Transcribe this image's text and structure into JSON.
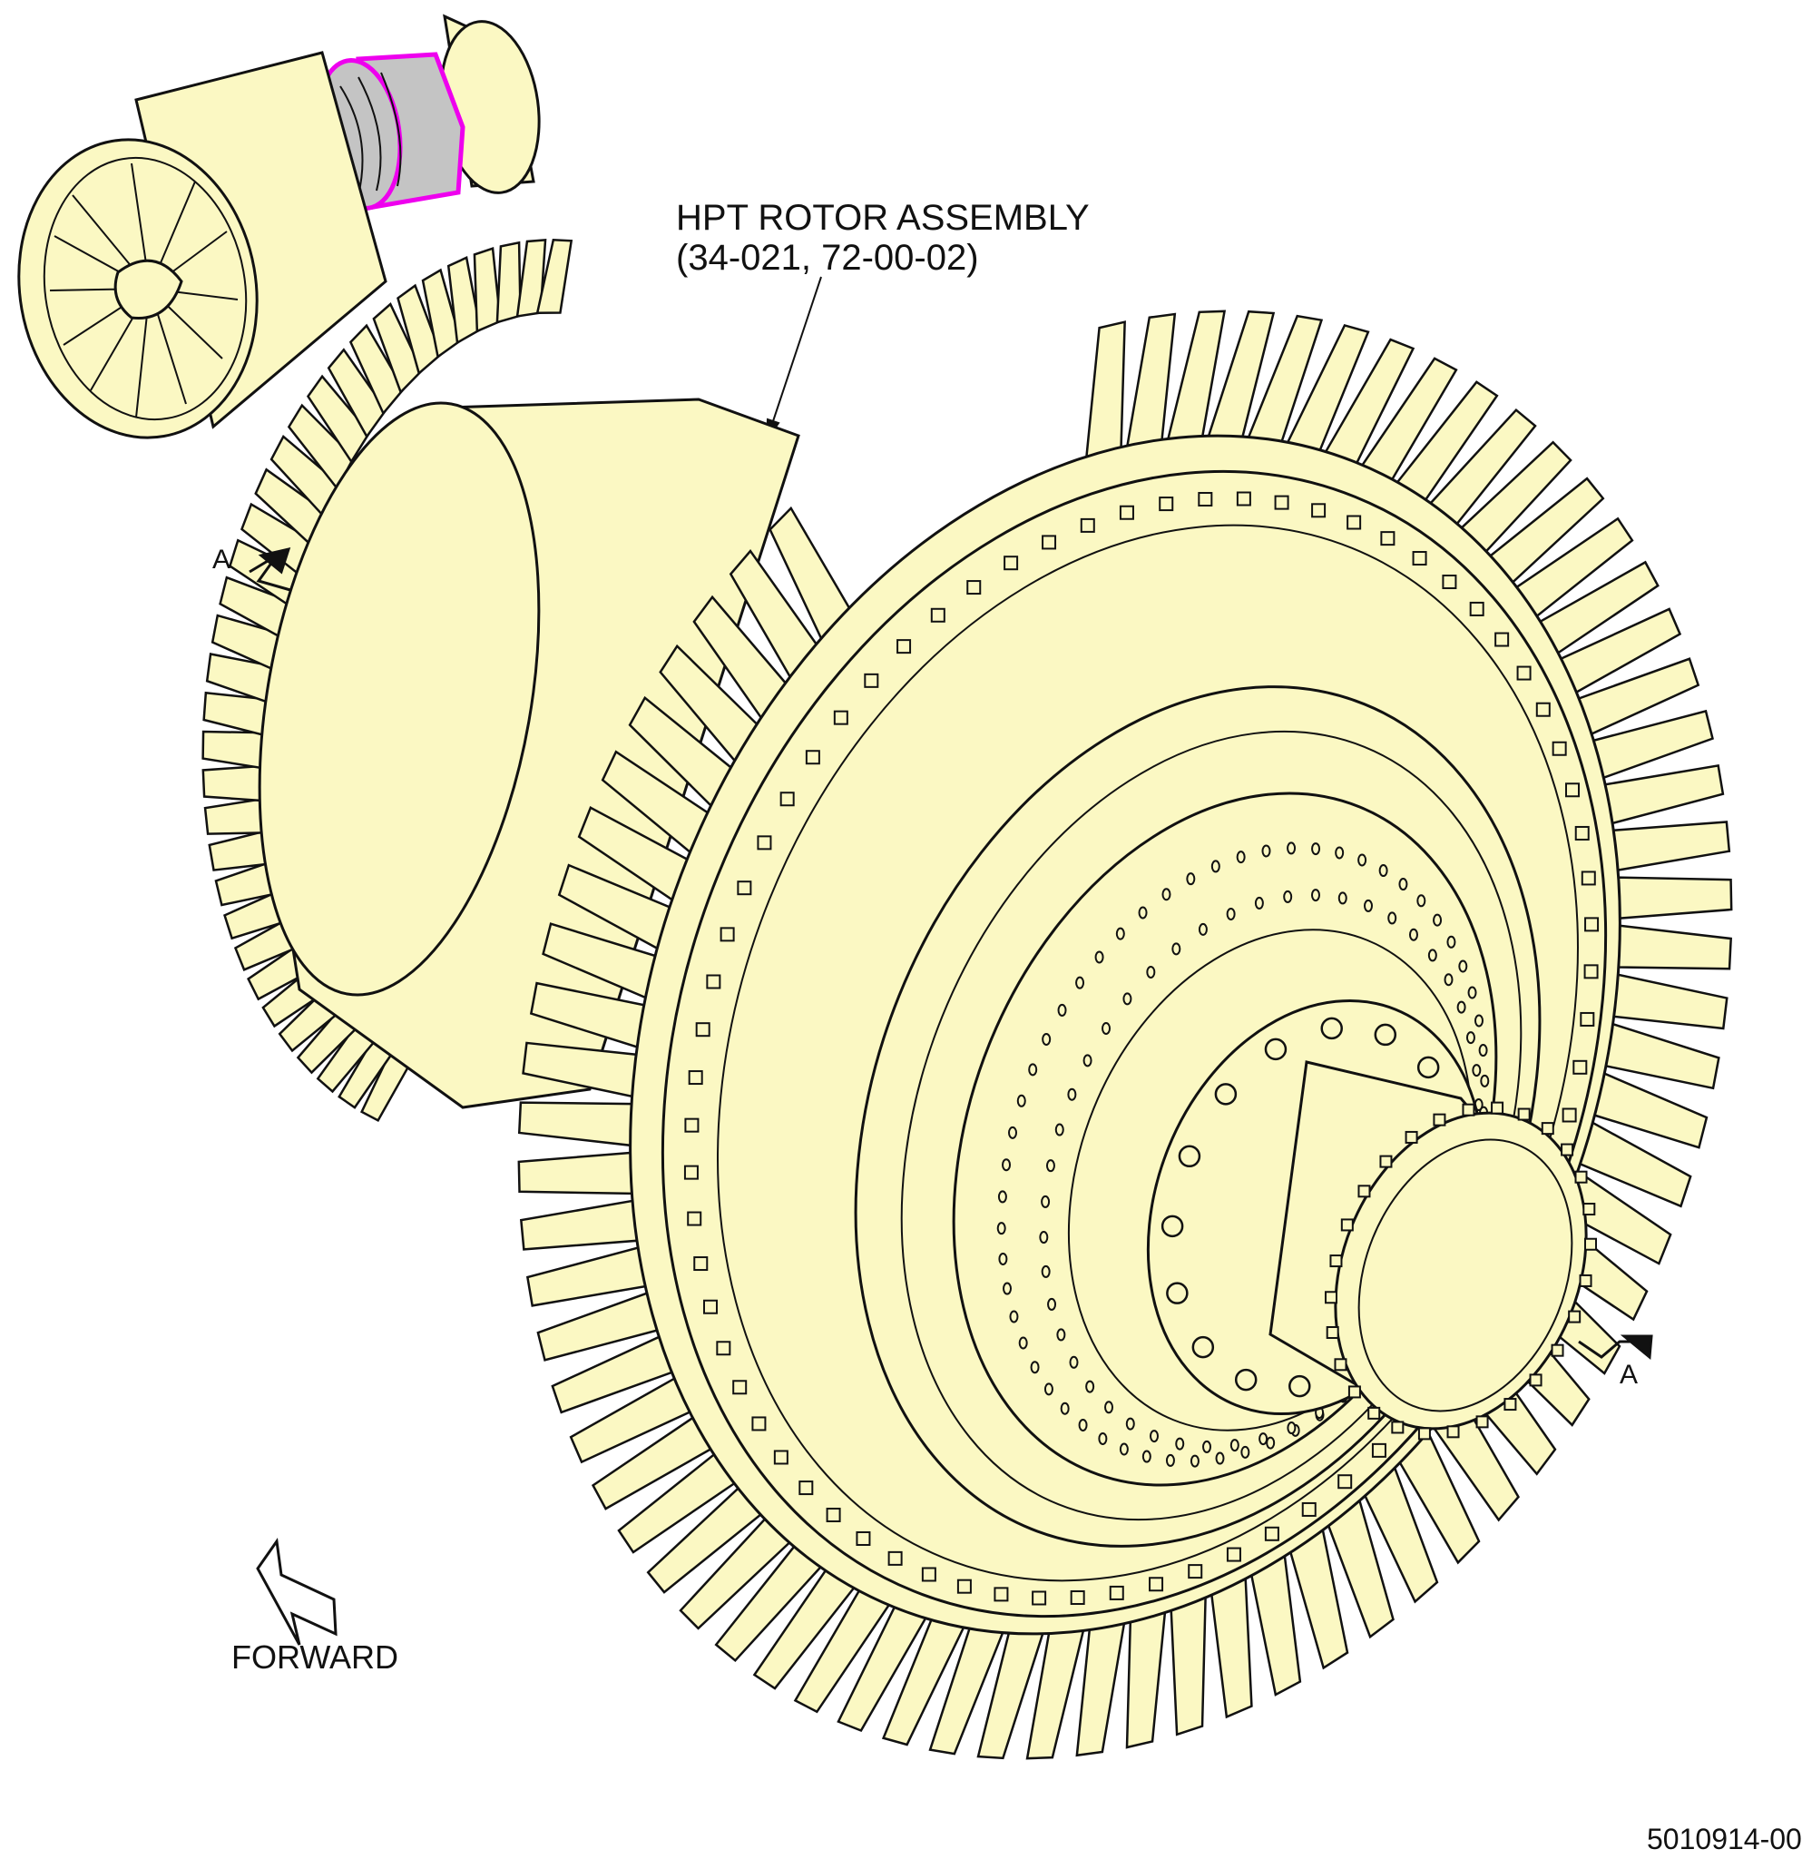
{
  "callout": {
    "title_line1": "HPT ROTOR ASSEMBLY",
    "title_line2": "(34-021, 72-00-02)"
  },
  "section_marker": {
    "label_left": "A",
    "label_right": "A"
  },
  "direction": {
    "label": "FORWARD"
  },
  "figure_id": "5010914-00",
  "colors": {
    "part_fill": "#fbf8c3",
    "line": "#111111",
    "locator_highlight": "#ee00ee",
    "locator_shade": "#c4c4c4"
  },
  "icons": [
    "section-arrow-icon",
    "forward-arrow-icon"
  ]
}
